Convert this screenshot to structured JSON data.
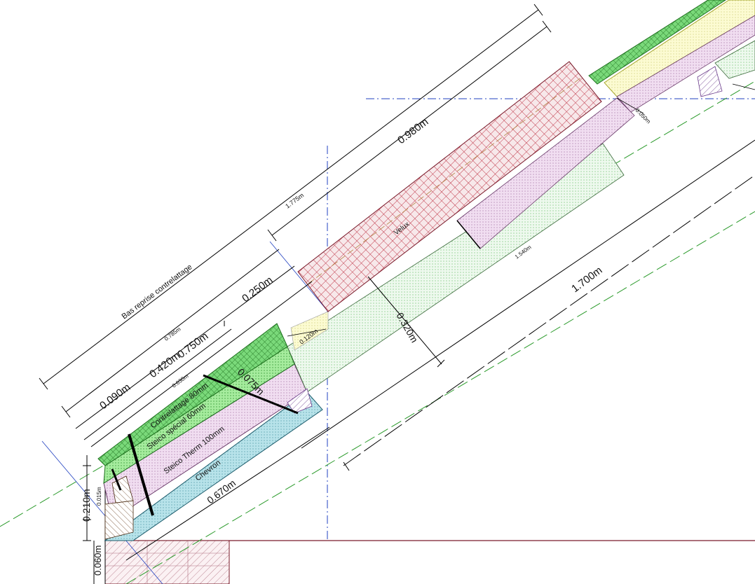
{
  "dimensions": {
    "overall_1775": "1.775m",
    "window_0980": "0.980m",
    "bas_reprise": "Bas reprise contrelattage",
    "d_0785": "0.785m",
    "d_0250": "0.250m",
    "d_0420": "0.420m",
    "d_0750": "0.750m",
    "d_0090": "0.090m",
    "d_0630": "0.630m",
    "d_0075": "0.075m",
    "d_0120": "0.120m",
    "d_0320": "0.320m",
    "d_1540": "1.540m",
    "d_1700": "1.700m",
    "d_0670": "0.670m",
    "d_0210": "0.210m",
    "d_0015": "0.015m",
    "d_0060": "0.060m",
    "d_0050": "0.050m"
  },
  "layers": {
    "contrelattage": "Contrelattage 80mm",
    "steico_special": "Steico spécial 60mm",
    "steico_therm": "Steico Therm 100mm",
    "chevron": "Chevron",
    "velux": "Velux"
  },
  "colors": {
    "velux_hatch": "#c0394a",
    "contrelattage_green": "#5fcf5f",
    "steico_special_green": "#9be89b",
    "steico_therm_pink": "#e7cbe7",
    "chevron_cyan": "#a8dbe4",
    "tile_yellow": "#fbf8a8",
    "axis_blue": "#2040c0",
    "green_dash": "#2a9a2a",
    "brick_hatch": "#b07080"
  }
}
